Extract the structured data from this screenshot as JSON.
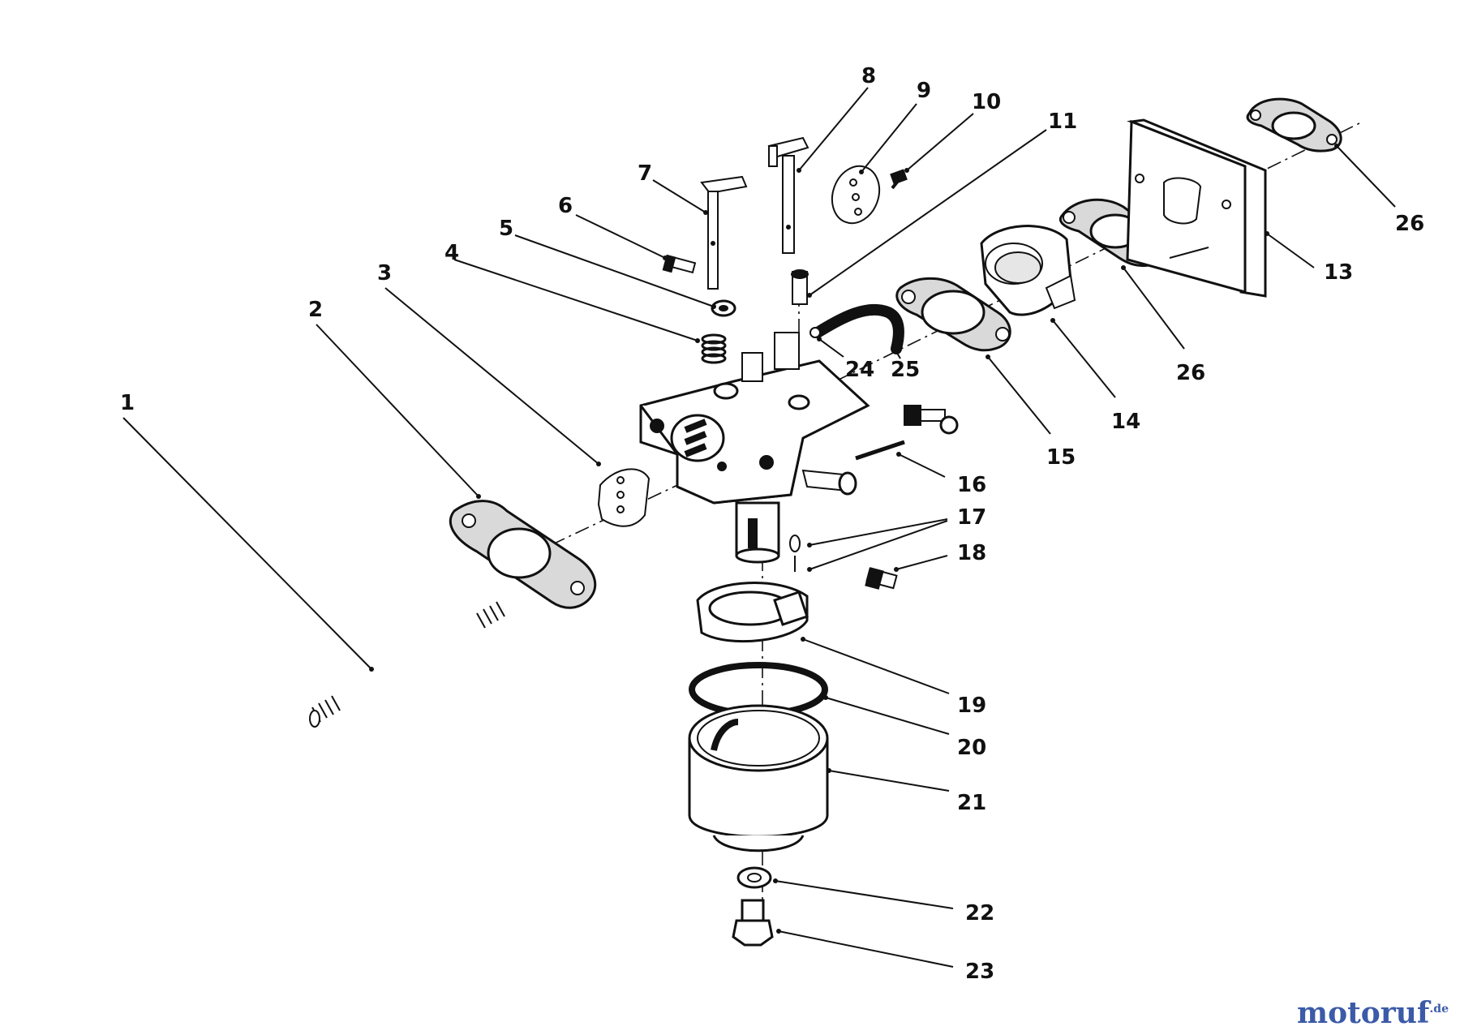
{
  "diagram": {
    "callouts": [
      "1",
      "2",
      "3",
      "4",
      "5",
      "6",
      "7",
      "8",
      "9",
      "10",
      "11",
      "13",
      "14",
      "15",
      "16",
      "17",
      "18",
      "19",
      "20",
      "21",
      "22",
      "23",
      "24",
      "25",
      "26",
      "26",
      "26"
    ]
  },
  "watermark": {
    "brand_main": "motoruf",
    "brand_tld": ".de"
  },
  "colors": {
    "line": "#111111",
    "background": "#ffffff",
    "gasket_fill": "#d9d9d9",
    "watermark_blue": "#3b5aa8",
    "watermark_orange": "#e0a21b"
  }
}
